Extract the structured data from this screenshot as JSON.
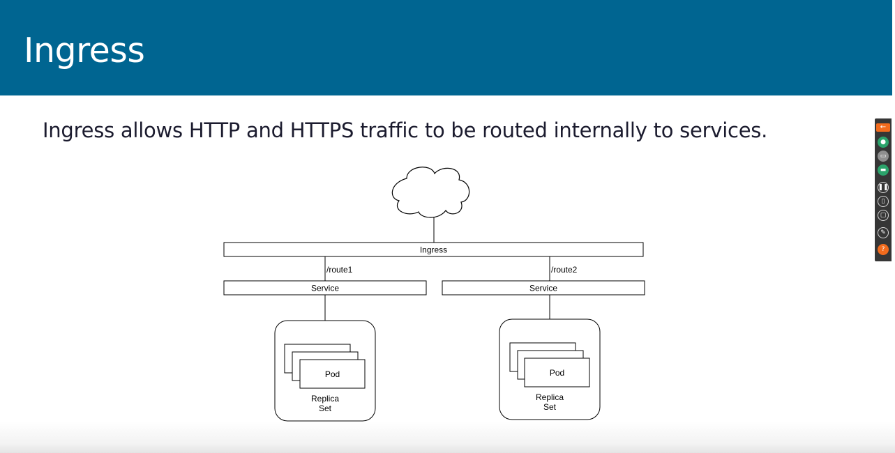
{
  "slide": {
    "title": "Ingress",
    "subtitle": "Ingress allows HTTP and HTTPS traffic to be routed internally to services."
  },
  "diagram": {
    "ingress_label": "Ingress",
    "routes": [
      "/route1",
      "/route2"
    ],
    "service_labels": [
      "Service",
      "Service"
    ],
    "pod_labels": [
      "Pod",
      "Pod"
    ],
    "replica_set_labels": [
      {
        "line1": "Replica",
        "line2": "Set"
      },
      {
        "line1": "Replica",
        "line2": "Set"
      }
    ]
  },
  "toolbar": {
    "background": "#363636",
    "buttons": [
      {
        "name": "back-arrow-icon",
        "glyph": "←",
        "color": "#f26b1d"
      },
      {
        "name": "microphone-icon",
        "glyph": "●",
        "color": "#2ba36b"
      },
      {
        "name": "video-camera-icon",
        "glyph": "▭",
        "color": "#8f8f8f"
      },
      {
        "name": "screen-share-icon",
        "glyph": "▬",
        "color": "#2ba36b"
      },
      {
        "name": "pause-icon",
        "glyph": "❚❚",
        "color": "#d9d9d9"
      },
      {
        "name": "mouse-icon",
        "glyph": "▯",
        "color": "#d9d9d9"
      },
      {
        "name": "chat-icon",
        "glyph": "▢",
        "color": "#d9d9d9"
      },
      {
        "name": "pen-icon",
        "glyph": "✎",
        "color": "#d9d9d9"
      },
      {
        "name": "help-icon",
        "glyph": "?",
        "color": "#f26b1d"
      }
    ]
  },
  "colors": {
    "header": "#006591",
    "title_text": "#ffffff",
    "body_text": "#1b1b2e"
  }
}
